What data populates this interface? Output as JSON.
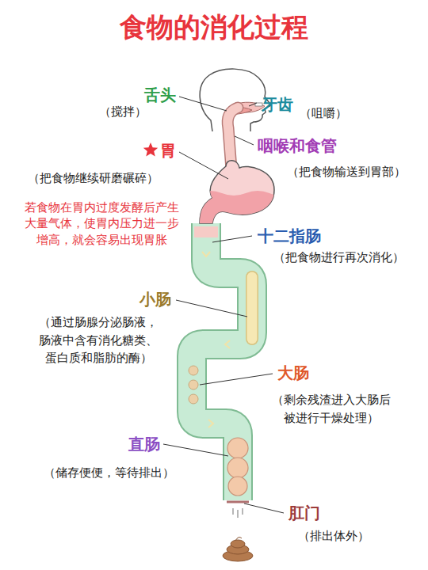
{
  "diagram": {
    "title": "食物的消化过程",
    "labels": [
      "舌头",
      "（搅拌）",
      "牙齿",
      "（咀嚼）",
      "胃",
      "（把食物继续研磨碾碎）",
      "若食物在胃内过度发酵后产生 大量气体，使胃内压力进一步 增高，就会容易出现胃胀",
      "咽喉和食管",
      "（把食物输送到胃部）",
      "十二指肠",
      "（把食物进行再次消化）",
      "小肠",
      "（通过肠腺分泌肠液， 肠液中含有消化糖类、 蛋白质和脂肪的酶）",
      "大肠",
      "（剩余残渣进入大肠后 被进行干燥处理）",
      "直肠",
      "（储存便便，等待排出）",
      "肛门",
      "（排出体外）"
    ]
  }
}
